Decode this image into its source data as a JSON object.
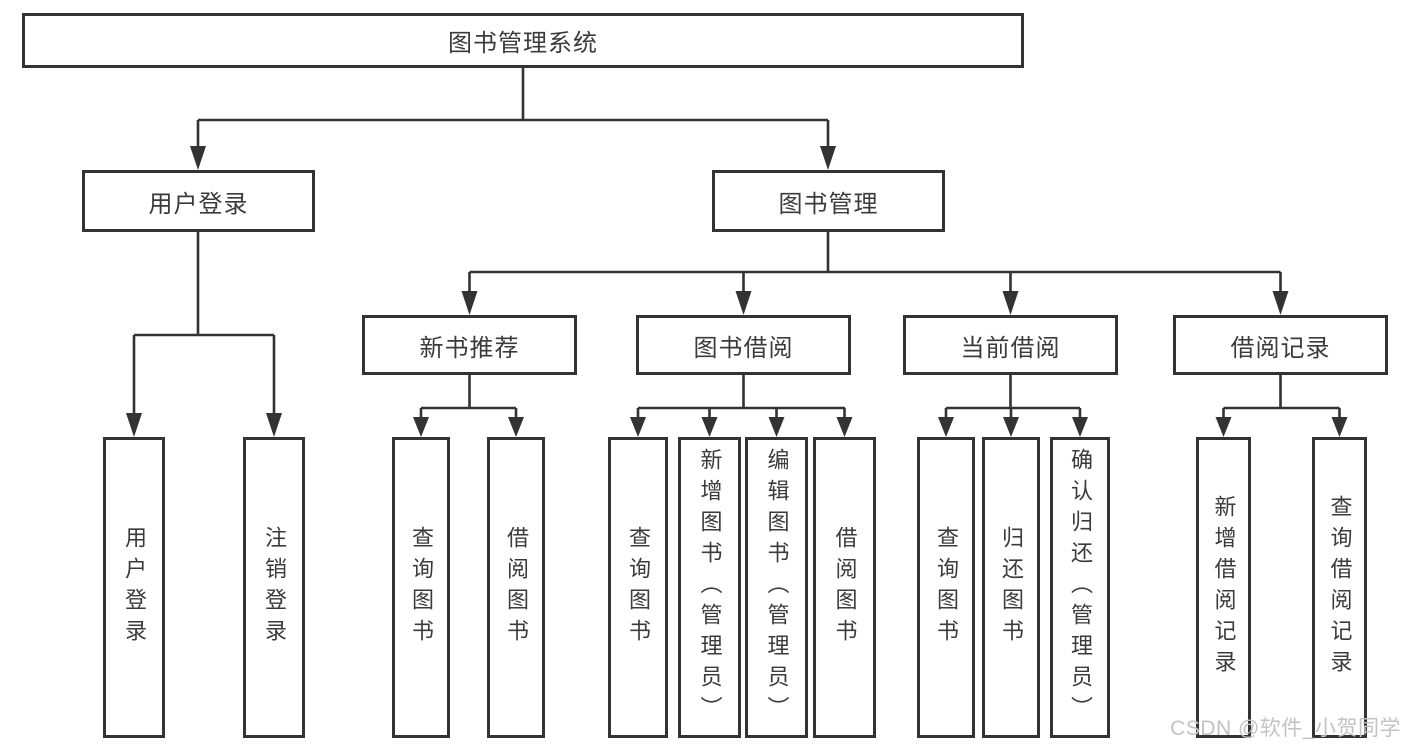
{
  "diagram": {
    "root": {
      "label": "图书管理系统"
    },
    "level1": [
      {
        "label": "用户登录"
      },
      {
        "label": "图书管理"
      }
    ],
    "level2": [
      {
        "label": "新书推荐"
      },
      {
        "label": "图书借阅"
      },
      {
        "label": "当前借阅"
      },
      {
        "label": "借阅记录"
      }
    ],
    "leaves": {
      "user_login": [
        {
          "label": "用户登录"
        },
        {
          "label": "注销登录"
        }
      ],
      "new_book_recommend": [
        {
          "label": "查询图书"
        },
        {
          "label": "借阅图书"
        }
      ],
      "book_borrow": [
        {
          "label": "查询图书"
        },
        {
          "label": "新增图书（管理员）"
        },
        {
          "label": "编辑图书（管理员）"
        },
        {
          "label": "借阅图书"
        }
      ],
      "current_borrow": [
        {
          "label": "查询图书"
        },
        {
          "label": "归还图书"
        },
        {
          "label": "确认归还（管理员）"
        }
      ],
      "borrow_records": [
        {
          "label": "新增借阅记录"
        },
        {
          "label": "查询借阅记录"
        }
      ]
    },
    "colors": {
      "line": "#333333",
      "box_border": "#333333",
      "text": "#3b3b3b",
      "watermark": "#c3c3c7",
      "background": "#ffffff"
    }
  },
  "watermark": {
    "text": "CSDN @软件_小贺同学"
  }
}
